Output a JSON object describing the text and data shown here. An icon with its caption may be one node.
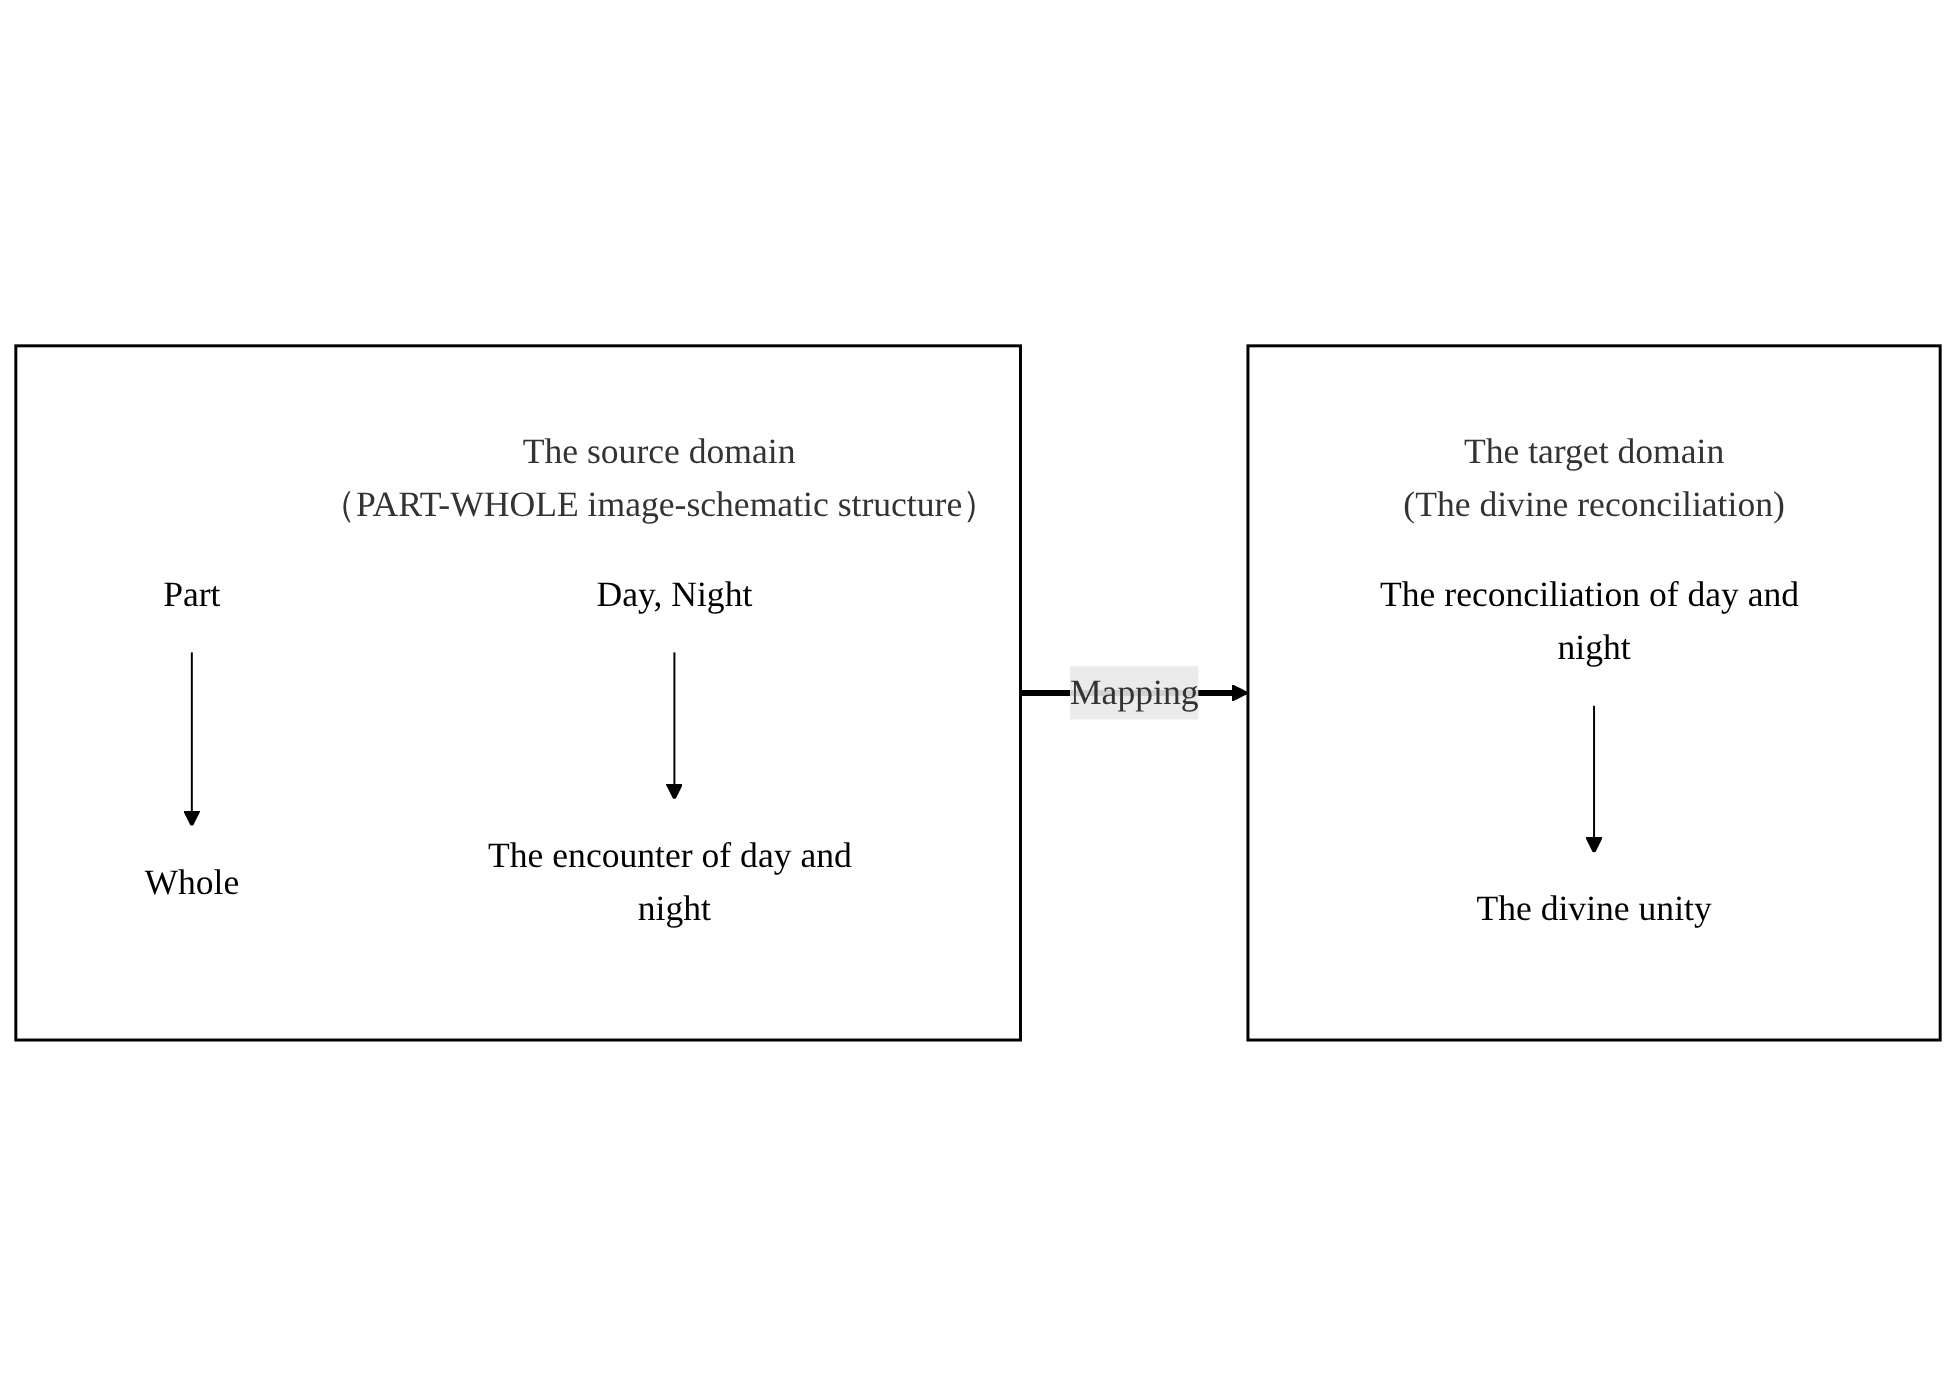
{
  "diagram": {
    "nodes": [
      {
        "text": [
          "The source domain",
          "（PART-WHOLE image-schematic structure）"
        ]
      },
      {
        "text": [
          "Part"
        ],
        "in": 0
      },
      {
        "text": [
          "Whole"
        ],
        "in": 0
      },
      {
        "text": [
          "Day, Night"
        ],
        "in": 0
      },
      {
        "text": [
          "The encounter of day and night"
        ],
        "in": 0
      },
      {
        "text": [
          "The target domain",
          "(The divine reconciliation)"
        ]
      },
      {
        "text": [
          "The reconciliation of day and night"
        ],
        "in": 5
      },
      {
        "text": [
          "The divine unity"
        ],
        "in": 5
      }
    ],
    "edges": [
      {
        "from": 1,
        "to": 2,
        "arrow": "to"
      },
      {
        "from": 3,
        "to": 4,
        "arrow": "to"
      },
      {
        "from": 0,
        "to": 5,
        "arrow": "to",
        "label": "Mapping",
        "style": "thick"
      },
      {
        "from": 6,
        "to": 7,
        "arrow": "to"
      }
    ]
  }
}
